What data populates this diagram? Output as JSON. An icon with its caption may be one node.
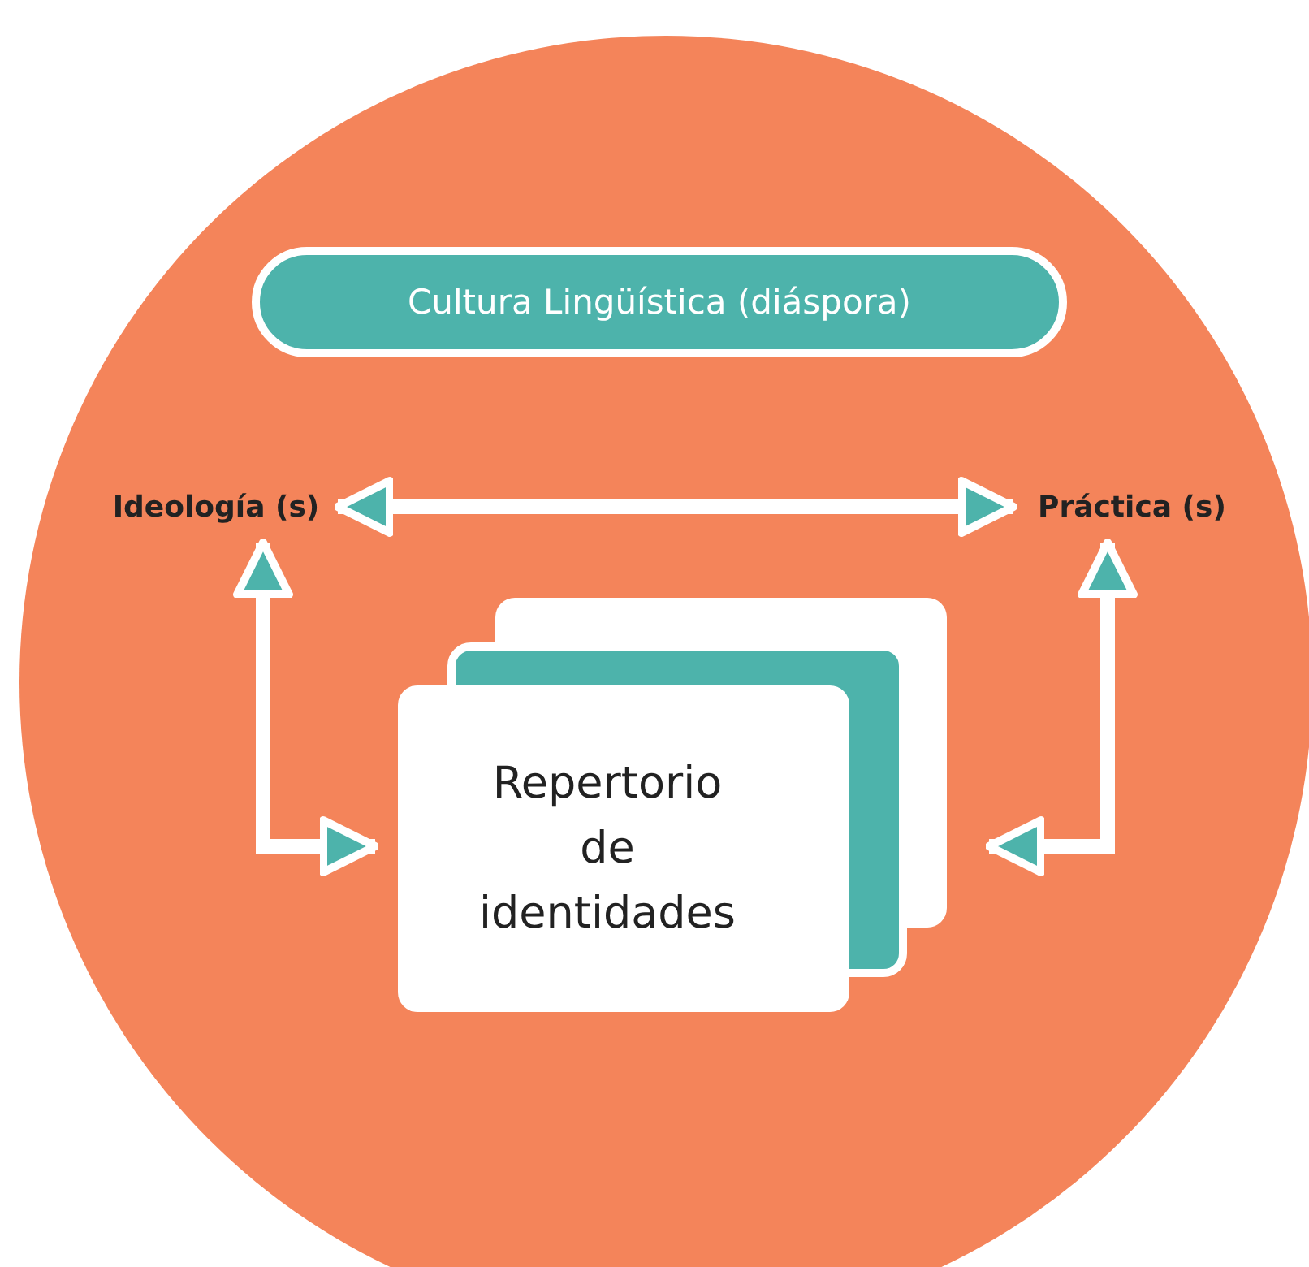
{
  "diagram": {
    "nodes": [
      {
        "text": [],
        "shape": "circle"
      },
      {
        "text": [
          "Cultura Lingüística (diáspora)"
        ],
        "in": 0
      },
      {
        "text": [
          "Ideología (s)"
        ],
        "in": 0
      },
      {
        "text": [
          "Práctica (s)"
        ],
        "in": 0
      },
      {
        "text": [
          "Repertorio de identidades"
        ],
        "in": 0
      }
    ],
    "edges": [
      {
        "from": 2,
        "to": 3,
        "arrow": "both"
      },
      {
        "from": 2,
        "to": 4,
        "arrow": "both"
      },
      {
        "from": 3,
        "to": 4,
        "arrow": "both"
      }
    ]
  }
}
